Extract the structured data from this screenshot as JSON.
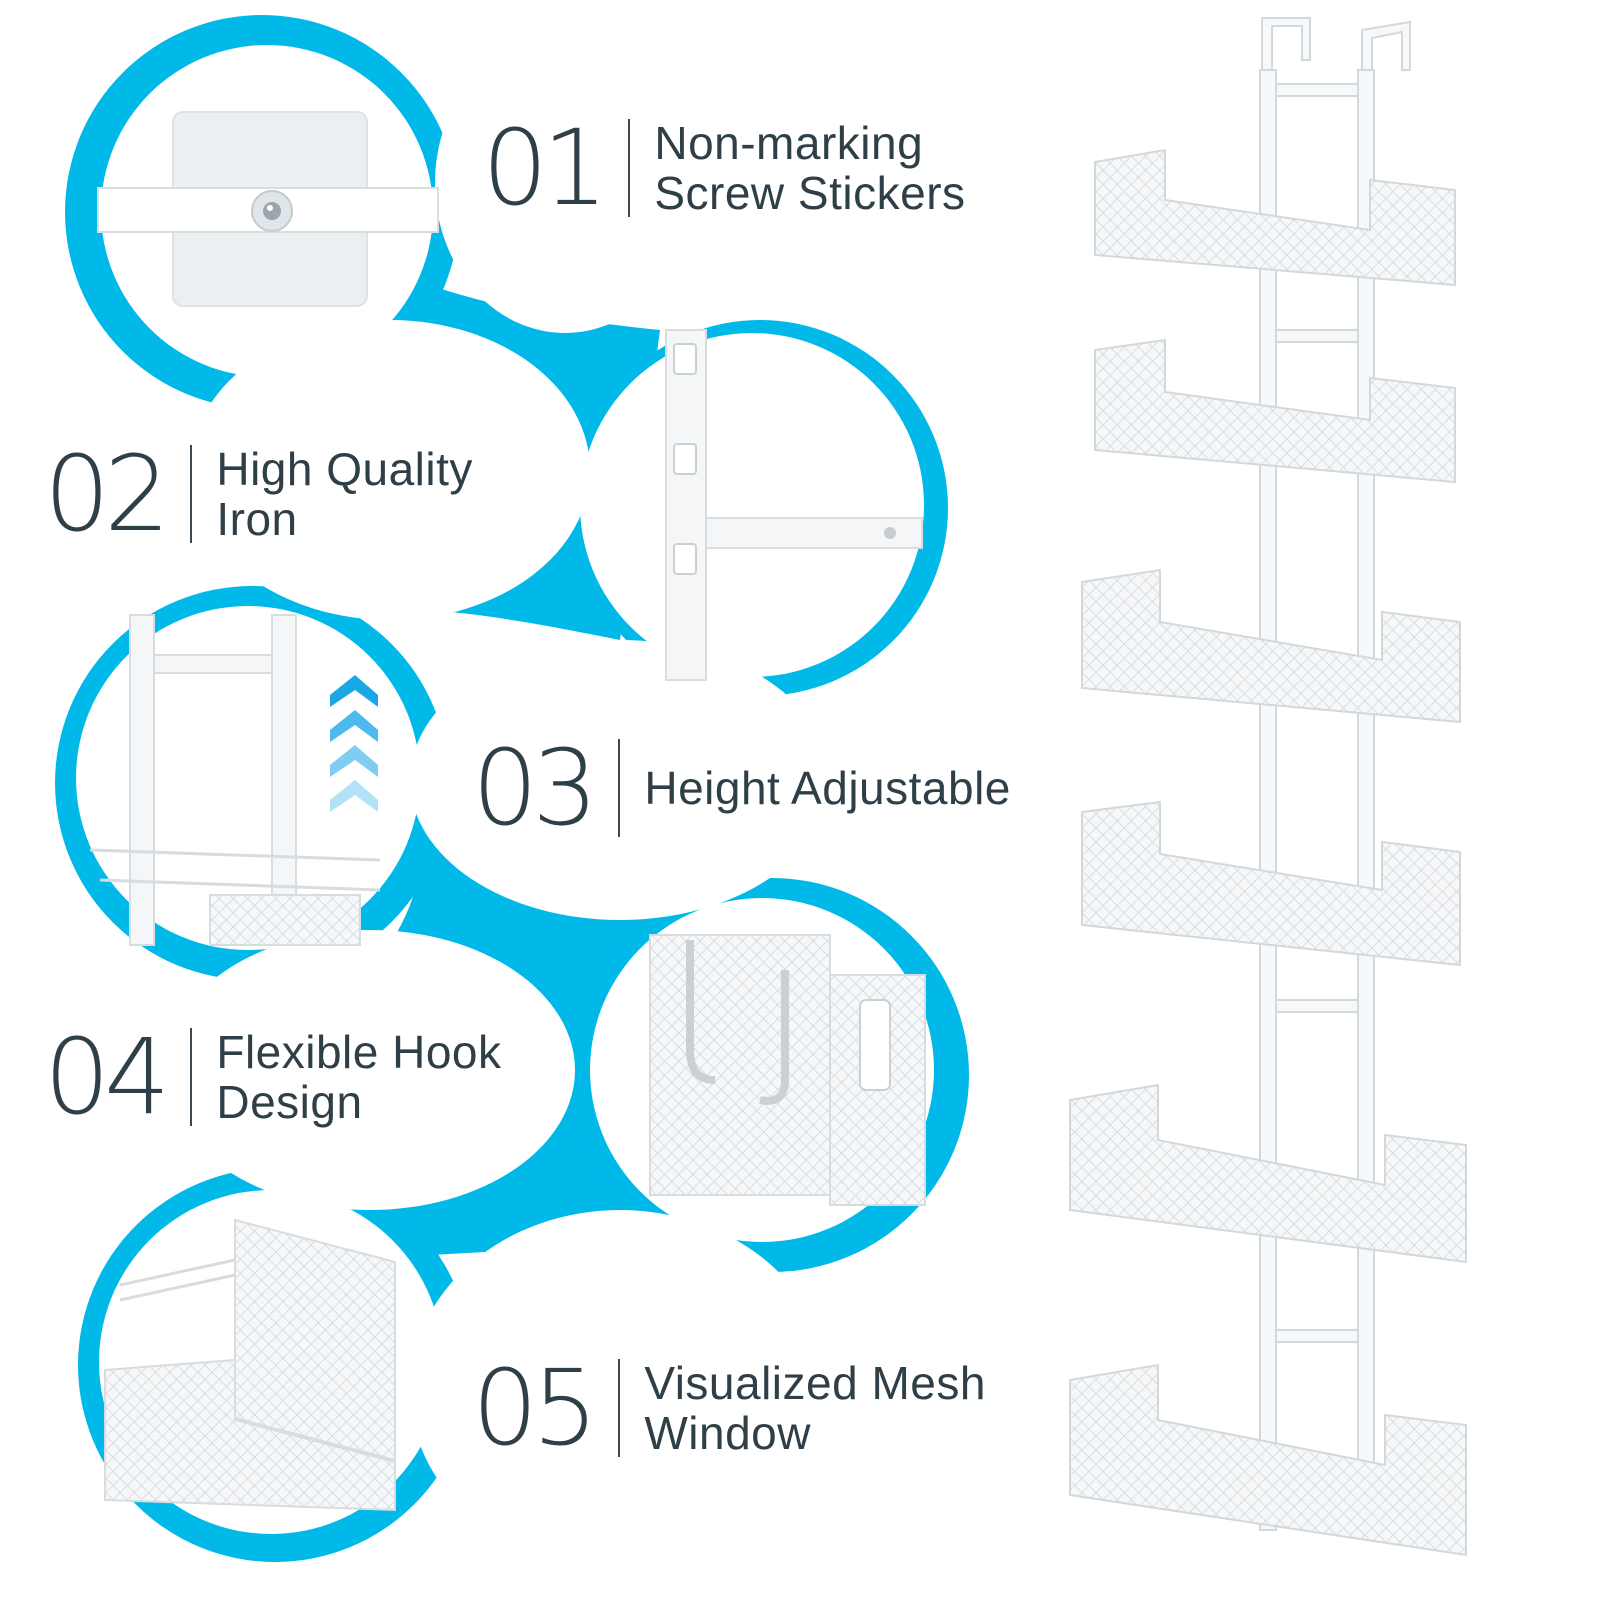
{
  "features": [
    {
      "number": "01",
      "line1": "Non-marking",
      "line2": "Screw Stickers"
    },
    {
      "number": "02",
      "line1": "High Quality",
      "line2": "Iron"
    },
    {
      "number": "03",
      "line1": "Height Adjustable",
      "line2": ""
    },
    {
      "number": "04",
      "line1": "Flexible Hook",
      "line2": "Design"
    },
    {
      "number": "05",
      "line1": "Visualized Mesh",
      "line2": "Window"
    }
  ],
  "colors": {
    "accent": "#00b9e9",
    "text": "#2f3f48",
    "product": "#f4f6f7",
    "product_edge": "#d4dadd"
  },
  "icons": [
    "screw-sticker-icon",
    "iron-bracket-icon",
    "up-chevrons-icon",
    "hook-icon",
    "mesh-basket-icon",
    "door-organizer-rack"
  ]
}
